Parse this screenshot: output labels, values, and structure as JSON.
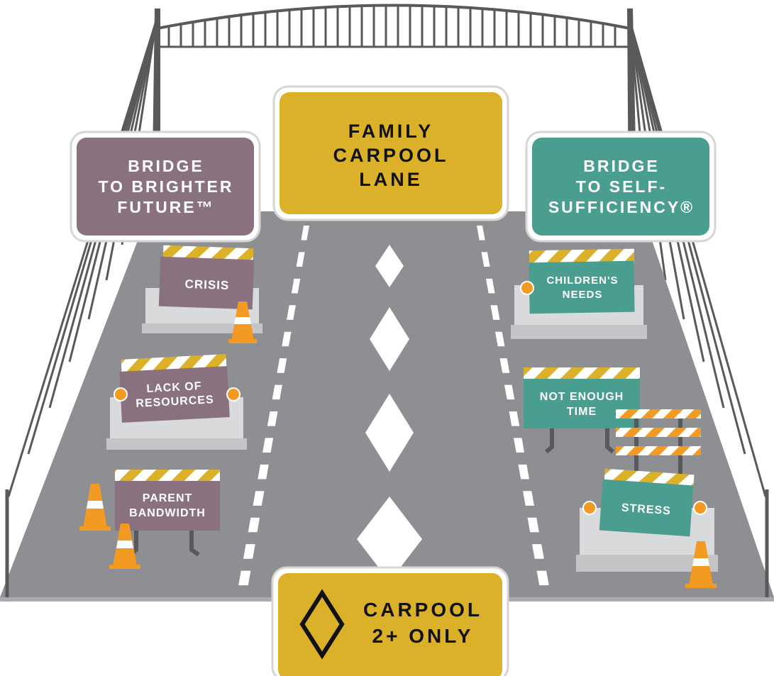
{
  "colors": {
    "road": "#8e8f92",
    "road_edge": "#a9aaac",
    "steel": "#58595b",
    "purple": "#8a7180",
    "teal": "#4a9e8f",
    "gold": "#dcb12a",
    "orange": "#f39a23",
    "barrier": "#d9dadb",
    "white": "#ffffff",
    "black": "#111111"
  },
  "signs": {
    "left": {
      "lines": [
        "BRIDGE",
        "TO BRIGHTER",
        "FUTURE™"
      ]
    },
    "center": {
      "lines": [
        "FAMILY",
        "CARPOOL",
        "LANE"
      ]
    },
    "right": {
      "lines": [
        "BRIDGE",
        "TO SELF-",
        "SUFFICIENCY®"
      ]
    },
    "bottom": {
      "lines": [
        "CARPOOL",
        "2+ ONLY"
      ],
      "icon": "diamond-icon"
    }
  },
  "obstacles": {
    "crisis": {
      "lines": [
        "CRISIS"
      ]
    },
    "lack_of_resources": {
      "lines": [
        "LACK OF",
        "RESOURCES"
      ]
    },
    "parent_bandwidth": {
      "lines": [
        "PARENT",
        "BANDWIDTH"
      ]
    },
    "childrens_needs": {
      "lines": [
        "CHILDREN'S",
        "NEEDS"
      ]
    },
    "not_enough_time": {
      "lines": [
        "NOT ENOUGH",
        "TIME"
      ]
    },
    "stress": {
      "lines": [
        "STRESS"
      ]
    }
  },
  "icons": [
    "traffic-cone-icon",
    "diamond-lane-marker-icon",
    "barricade-icon",
    "warning-light-icon"
  ]
}
